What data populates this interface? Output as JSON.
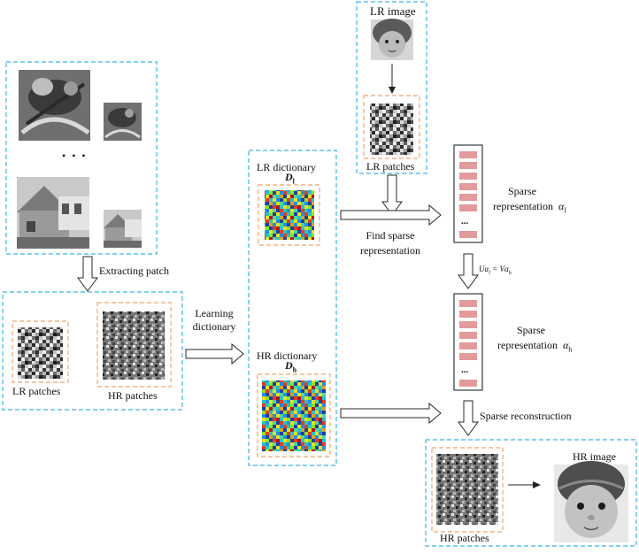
{
  "colors": {
    "blue_dash": "#3cb4e6",
    "orange_dash": "#f0b487",
    "coef_cell": "#e39a9a",
    "coef_border": "#3a3a3a"
  },
  "labels": {
    "lr_image": "LR image",
    "lr_patches_top": "LR patches",
    "lr_dictionary": "LR dictionary",
    "lr_dict_symbol": "D",
    "lr_dict_sub": "l",
    "hr_dictionary": "HR dictionary",
    "hr_dict_symbol": "D",
    "hr_dict_sub": "h",
    "extracting_patch": "Extracting patch",
    "learning_dictionary_1": "Learning",
    "learning_dictionary_2": "dictionary",
    "lr_patches_left": "LR patches",
    "hr_patches_left": "HR patches",
    "find_sparse_1": "Find sparse",
    "find_sparse_2": "representation",
    "sparse_rep_1_line1": "Sparse",
    "sparse_rep_1_line2": "representation",
    "alpha_l": "α",
    "alpha_l_sub": "l",
    "sparse_rep_2_line1": "Sparse",
    "sparse_rep_2_line2": "representation",
    "alpha_h": "α",
    "alpha_h_sub": "h",
    "equation": "Uα",
    "equation_sub_l": "l",
    "equation_mid": " = Vα",
    "equation_sub_h": "h",
    "sparse_reconstruction": "Sparse reconstruction",
    "hr_image": "HR image",
    "hr_patches_bottom": "HR patches",
    "ellipsis_dots": "• • •",
    "ellipsis_vector_1": "...",
    "ellipsis_vector_2": "..."
  }
}
